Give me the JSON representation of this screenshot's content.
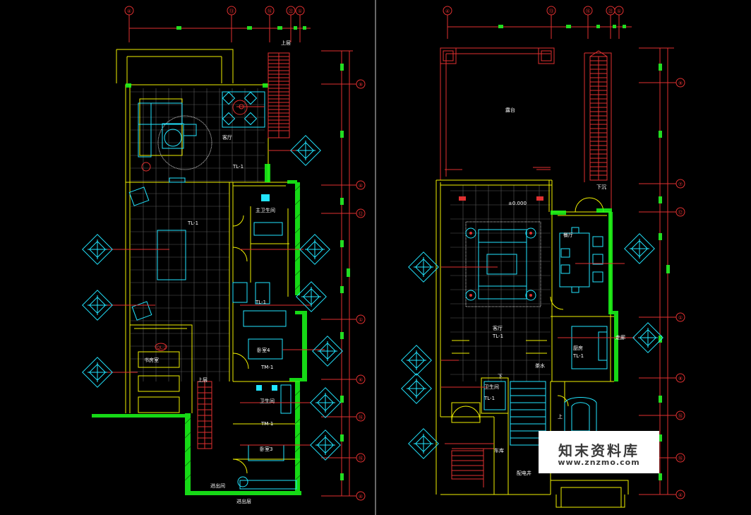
{
  "watermark": {
    "brand_cn": "知末资料库",
    "brand_url": "www.znzmo.com"
  },
  "left_plan": {
    "grid_bubbles_top": [
      "④",
      "⑬",
      "⑯",
      "㉒",
      "①"
    ],
    "grid_bubbles_right": [
      "⑨",
      "④",
      "⑫",
      "①",
      "⑥",
      "⑯",
      "⑯",
      "④"
    ],
    "stair_label": "上层",
    "rooms": {
      "living": "客厅",
      "master_bath": "主卫生间",
      "tub_label": "TL-1",
      "bedroom1": "卧室4",
      "bedroom2": "卧室3",
      "bath2": "卫生间",
      "study": "书房室",
      "stair_up": "上层",
      "entry": "进出间",
      "bottom": "进出层"
    },
    "tags": {
      "t1": "TL-1",
      "t2": "TL-1",
      "t3": "QL-2",
      "t4": "TM-1",
      "t5": "TM-1"
    }
  },
  "right_plan": {
    "grid_bubbles_top": [
      "④",
      "⑬",
      "⑯",
      "㉒",
      "①"
    ],
    "grid_bubbles_right": [
      "⑨",
      "⑦",
      "⑫",
      "①",
      "⑧",
      "⑯",
      "⑯",
      "④"
    ],
    "rooms": {
      "terrace": "露台",
      "top_label": "下沉",
      "dining": "餐厅",
      "living": "客厅",
      "living_tag": "TL-1",
      "kitchen": "厨房",
      "kitchen_tag": "TL-1",
      "bath": "卫生间",
      "bath_tag": "TL-1",
      "stair": "上",
      "stair_down": "下",
      "storage": "茶水",
      "garage": "车库",
      "entry": "配电井",
      "level": "±0.000",
      "right_side": "走廊"
    }
  }
}
